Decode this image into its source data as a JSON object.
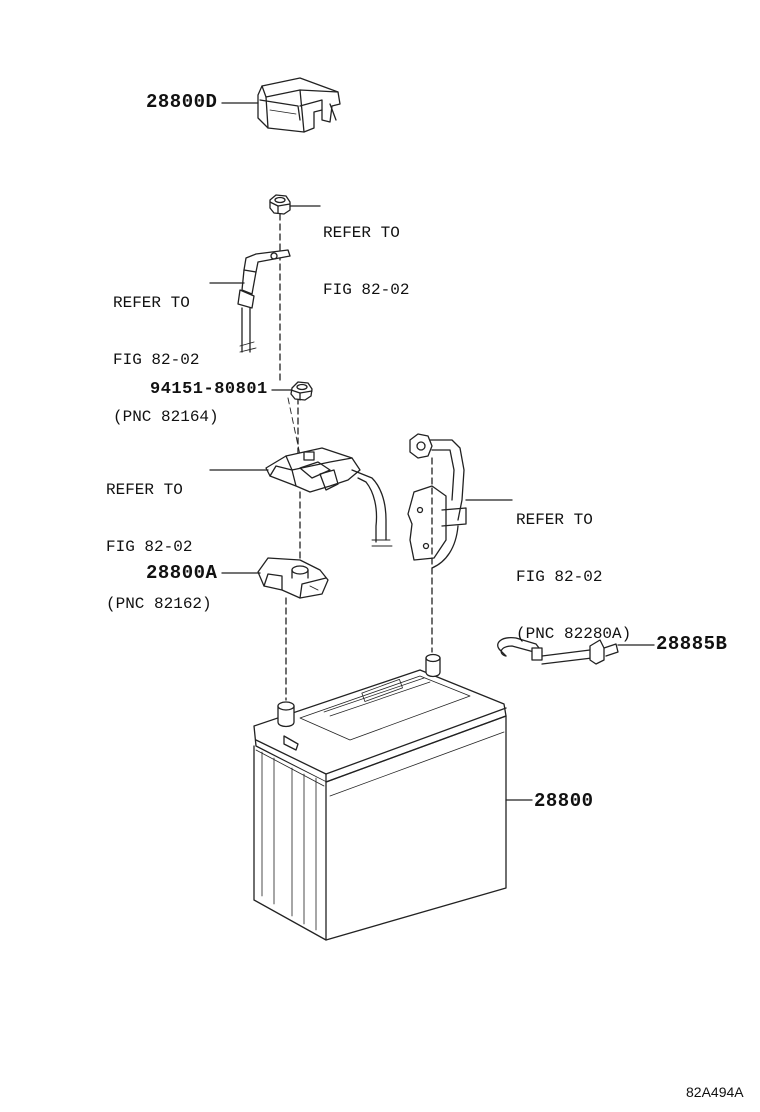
{
  "labels": {
    "part_28800D": "28800D",
    "part_94151": "94151-80801",
    "part_28800A": "28800A",
    "part_28885B": "28885B",
    "part_28800": "28800"
  },
  "refs": {
    "ref_top_right": [
      "REFER TO",
      "FIG 82-02"
    ],
    "ref_clamp_82164": [
      "REFER TO",
      "FIG 82-02",
      "(PNC 82164)"
    ],
    "ref_terminal_82162": [
      "REFER TO",
      "FIG 82-02",
      "(PNC 82162)"
    ],
    "ref_sensor_82280A": [
      "REFER TO",
      "FIG 82-02",
      "(PNC 82280A)"
    ]
  },
  "figure_id": "82A494A"
}
